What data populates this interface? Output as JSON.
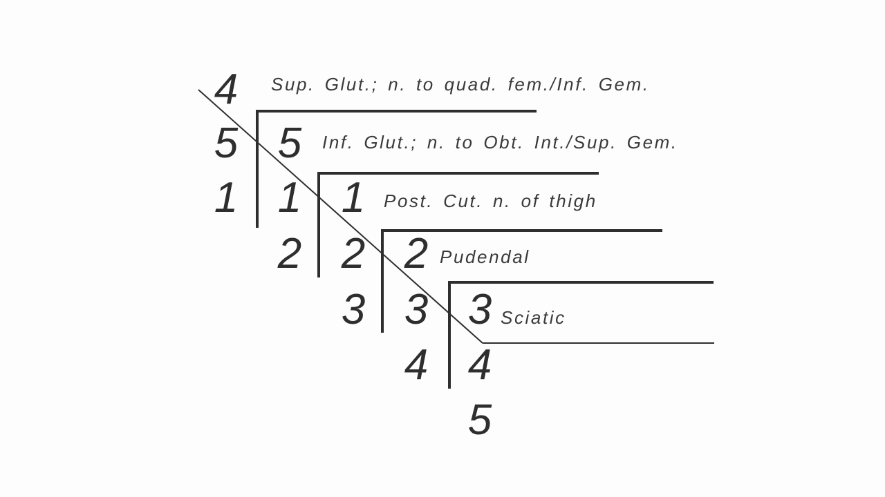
{
  "nerve_labels": {
    "superior_gluteal": "Sup. Glut.; n. to quad. fem./Inf. Gem.",
    "inferior_gluteal": "Inf. Glut.; n. to Obt. Int./Sup. Gem.",
    "posterior_cutaneous": "Post. Cut. n. of thigh",
    "pudendal": "Pudendal",
    "sciatic": "Sciatic"
  },
  "root_numbers": {
    "col1": [
      "4",
      "5",
      "1"
    ],
    "col2": [
      "5",
      "1",
      "2"
    ],
    "col3": [
      "1",
      "2",
      "3"
    ],
    "col4": [
      "2",
      "3",
      "4"
    ],
    "col5": [
      "3",
      "4",
      "5"
    ]
  },
  "colors": {
    "ink": "#2e2e2e",
    "background": "#fdfdfd"
  }
}
